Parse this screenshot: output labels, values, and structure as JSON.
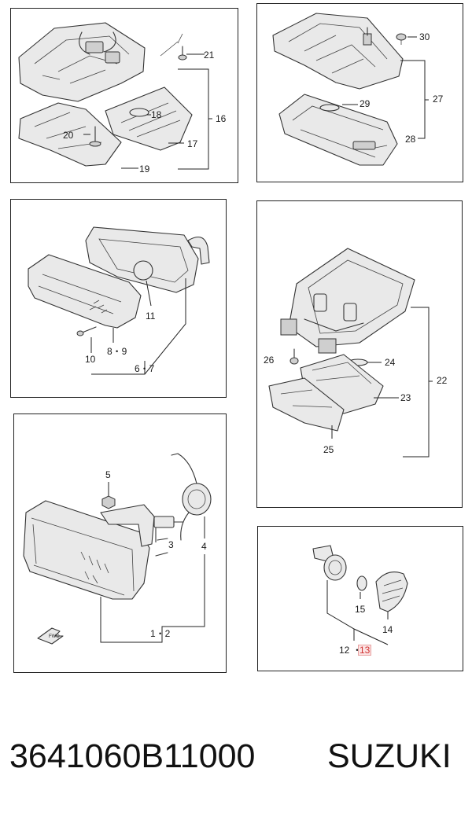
{
  "diagram": {
    "panels": [
      {
        "id": "map-lamp",
        "callouts": [
          {
            "text": "21"
          },
          {
            "text": "16"
          },
          {
            "text": "18"
          },
          {
            "text": "17"
          },
          {
            "text": "20"
          },
          {
            "text": "19"
          }
        ]
      },
      {
        "id": "dome-lamp",
        "callouts": [
          {
            "text": "30"
          },
          {
            "text": "27"
          },
          {
            "text": "29"
          },
          {
            "text": "28"
          }
        ]
      },
      {
        "id": "front-turn-signal",
        "callouts": [
          {
            "text": "11"
          },
          {
            "text": "8・9"
          },
          {
            "text": "10"
          },
          {
            "text": "6・7"
          }
        ]
      },
      {
        "id": "center-console-lamp",
        "callouts": [
          {
            "text": "26"
          },
          {
            "text": "24"
          },
          {
            "text": "22"
          },
          {
            "text": "23"
          },
          {
            "text": "25"
          }
        ]
      },
      {
        "id": "fog-lamp",
        "callouts": [
          {
            "text": "5"
          },
          {
            "text": "3"
          },
          {
            "text": "4"
          },
          {
            "text": "1・2"
          }
        ],
        "fwd_label": "FWD"
      },
      {
        "id": "side-marker-lamp",
        "callouts": [
          {
            "text": "15"
          },
          {
            "text": "14"
          },
          {
            "text": "12"
          },
          {
            "text": "・"
          },
          {
            "text": "13",
            "highlighted": true
          }
        ]
      }
    ]
  },
  "footer": {
    "part_number": "3641060B11000",
    "brand": "SUZUKI"
  },
  "colors": {
    "line": "#222222",
    "highlight_text": "#d03030",
    "highlight_bg": "#fbe3e3"
  }
}
